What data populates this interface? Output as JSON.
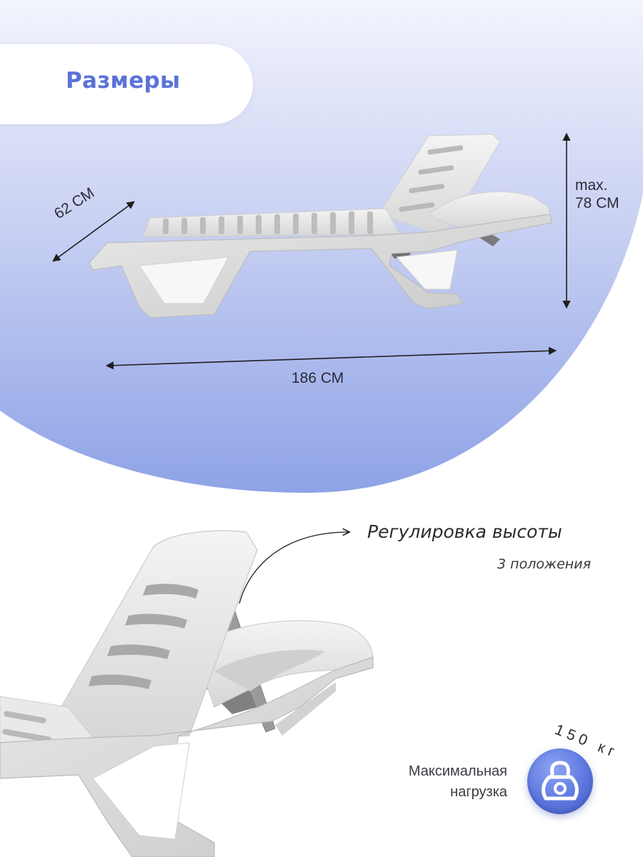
{
  "header": {
    "title": "Размеры"
  },
  "dimensions": {
    "width": "62 СМ",
    "height_prefix": "max.",
    "height": "78 СМ",
    "length": "186 СМ"
  },
  "feature": {
    "title": "Регулировка высоты",
    "subtitle": "3 положения"
  },
  "load": {
    "label_line1": "Максимальная",
    "label_line2": "нагрузка",
    "value": "150 кг",
    "icon": "kettlebell-icon"
  },
  "colors": {
    "accent": "#5b73d8",
    "gradient_top": "#f2f3fd",
    "gradient_bottom": "#8ea2e8",
    "chair": "#e6e6e6"
  }
}
